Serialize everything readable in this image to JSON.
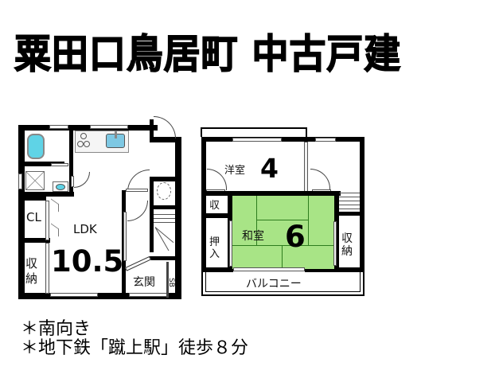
{
  "title": "粟田口鳥居町 中古戸建",
  "colors": {
    "wall": "#000000",
    "tatami": "#a8e486",
    "tatami_line": "#2e7d1e",
    "fixture_blue": "#5fd3e6",
    "sink_blue": "#7ec8e3",
    "background": "#ffffff"
  },
  "floor1": {
    "rooms": {
      "ldk_label": "LDK",
      "ldk_size": "10.5",
      "closet": "CL",
      "storage": "収\n納",
      "storage_top": "収",
      "storage_bottom": "納",
      "entrance": "玄関",
      "shoe_box": "SB"
    },
    "fixtures": [
      "bathtub-icon",
      "washbasin-icon",
      "washing-machine-icon",
      "stove-icon",
      "kitchen-sink-icon",
      "toilet-icon",
      "stairs-icon"
    ]
  },
  "floor2": {
    "rooms": {
      "western_label": "洋室",
      "western_size": "4",
      "japanese_label": "和室",
      "japanese_size": "6",
      "storage_small": "収",
      "oshiire_top": "押",
      "oshiire_bottom": "入",
      "storage_top": "収",
      "storage_bottom": "納",
      "balcony": "バルコニー"
    },
    "fixtures": [
      "stairs-icon",
      "tatami-mats"
    ]
  },
  "notes": [
    "＊南向き",
    "＊地下鉄「蹴上駅」徒歩８分"
  ]
}
